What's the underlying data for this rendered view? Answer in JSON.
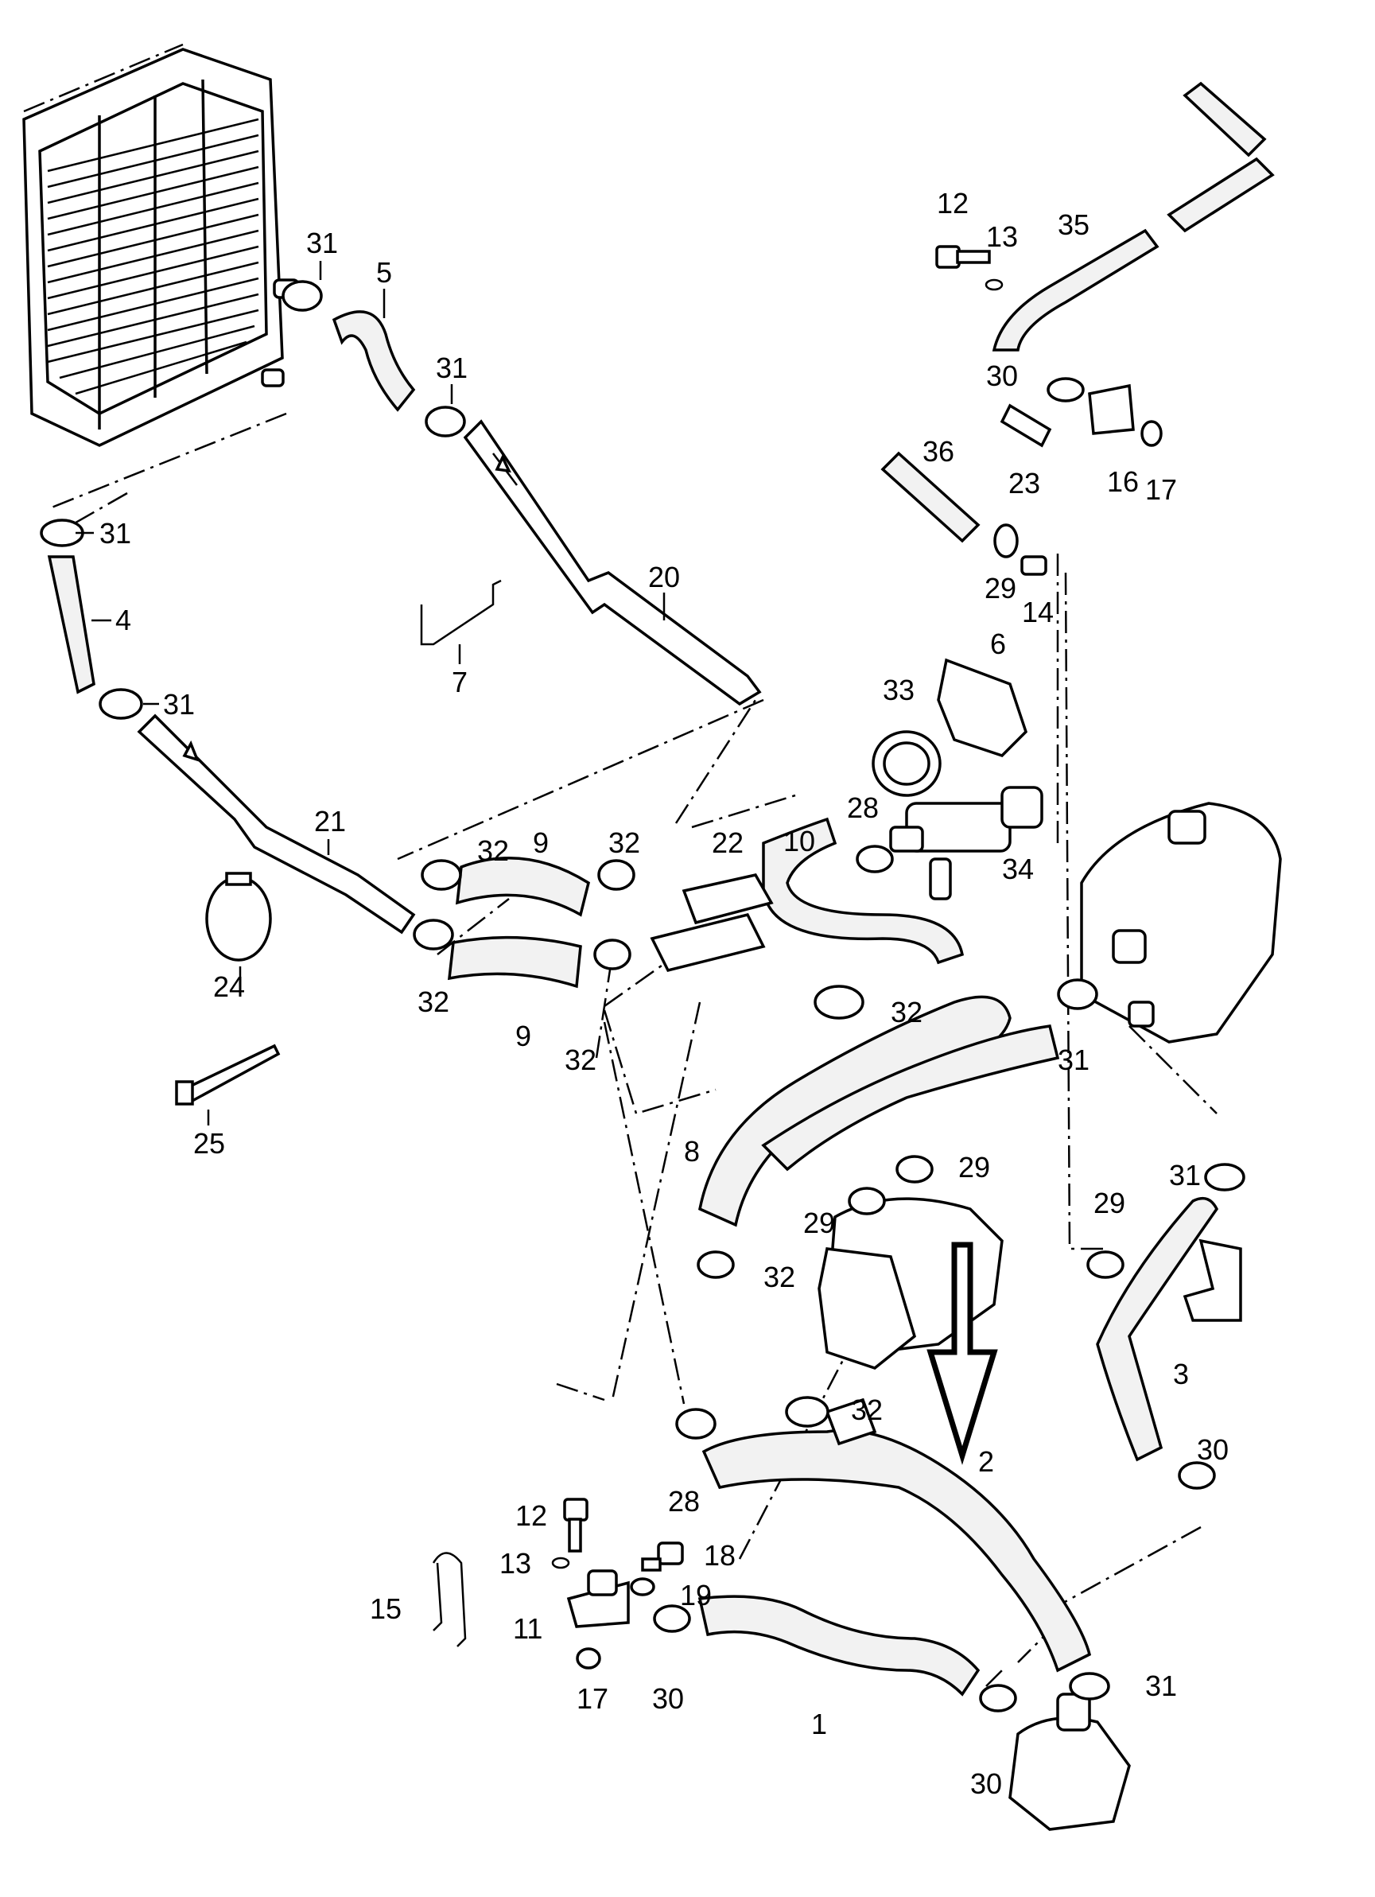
{
  "diagram": {
    "callouts": [
      {
        "id": "c31a",
        "label": "31"
      },
      {
        "id": "c5",
        "label": "5"
      },
      {
        "id": "c31b",
        "label": "31"
      },
      {
        "id": "c31c",
        "label": "31"
      },
      {
        "id": "c4",
        "label": "4"
      },
      {
        "id": "c31d",
        "label": "31"
      },
      {
        "id": "c20",
        "label": "20"
      },
      {
        "id": "c7",
        "label": "7"
      },
      {
        "id": "c21",
        "label": "21"
      },
      {
        "id": "c24",
        "label": "24"
      },
      {
        "id": "c25",
        "label": "25"
      },
      {
        "id": "c32a",
        "label": "32"
      },
      {
        "id": "c9a",
        "label": "9"
      },
      {
        "id": "c32b",
        "label": "32"
      },
      {
        "id": "c22",
        "label": "22"
      },
      {
        "id": "c32c",
        "label": "32"
      },
      {
        "id": "c9b",
        "label": "9"
      },
      {
        "id": "c32d",
        "label": "32"
      },
      {
        "id": "c32e",
        "label": "32"
      },
      {
        "id": "c10",
        "label": "10"
      },
      {
        "id": "c28a",
        "label": "28"
      },
      {
        "id": "c34",
        "label": "34"
      },
      {
        "id": "c33",
        "label": "33"
      },
      {
        "id": "c6",
        "label": "6"
      },
      {
        "id": "c12a",
        "label": "12"
      },
      {
        "id": "c13a",
        "label": "13"
      },
      {
        "id": "c35",
        "label": "35"
      },
      {
        "id": "c30a",
        "label": "30"
      },
      {
        "id": "c23",
        "label": "23"
      },
      {
        "id": "c16",
        "label": "16"
      },
      {
        "id": "c17a",
        "label": "17"
      },
      {
        "id": "c36",
        "label": "36"
      },
      {
        "id": "c29a",
        "label": "29"
      },
      {
        "id": "c14",
        "label": "14"
      },
      {
        "id": "c31e",
        "label": "31"
      },
      {
        "id": "c8",
        "label": "8"
      },
      {
        "id": "c29b",
        "label": "29"
      },
      {
        "id": "c29c",
        "label": "29"
      },
      {
        "id": "c32f",
        "label": "32"
      },
      {
        "id": "c31f",
        "label": "31"
      },
      {
        "id": "c29d",
        "label": "29"
      },
      {
        "id": "c3",
        "label": "3"
      },
      {
        "id": "c32g",
        "label": "32"
      },
      {
        "id": "c28b",
        "label": "28"
      },
      {
        "id": "c2",
        "label": "2"
      },
      {
        "id": "c30b",
        "label": "30"
      },
      {
        "id": "c12b",
        "label": "12"
      },
      {
        "id": "c18",
        "label": "18"
      },
      {
        "id": "c13b",
        "label": "13"
      },
      {
        "id": "c19",
        "label": "19"
      },
      {
        "id": "c15",
        "label": "15"
      },
      {
        "id": "c11",
        "label": "11"
      },
      {
        "id": "c17b",
        "label": "17"
      },
      {
        "id": "c30c",
        "label": "30"
      },
      {
        "id": "c1",
        "label": "1"
      },
      {
        "id": "c31g",
        "label": "31"
      },
      {
        "id": "c30d",
        "label": "30"
      }
    ]
  }
}
